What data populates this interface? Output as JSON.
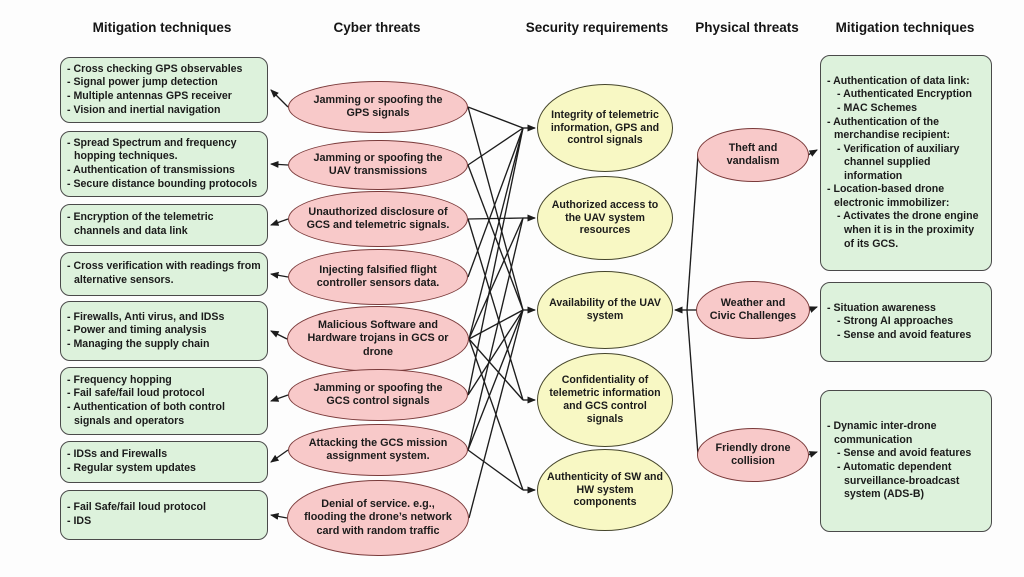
{
  "headers": [
    {
      "label": "Mitigation techniques"
    },
    {
      "label": "Cyber threats"
    },
    {
      "label": "Security requirements"
    },
    {
      "label": "Physical threats"
    },
    {
      "label": "Mitigation techniques"
    }
  ],
  "left_mitigations": [
    {
      "lines": [
        {
          "t": "- Cross checking GPS observables",
          "i": 0
        },
        {
          "t": "- Signal power jump detection",
          "i": 0
        },
        {
          "t": "- Multiple antennas GPS receiver",
          "i": 0
        },
        {
          "t": "- Vision and inertial navigation",
          "i": 0
        }
      ]
    },
    {
      "lines": [
        {
          "t": "- Spread Spectrum and frequency hopping techniques.",
          "i": 0
        },
        {
          "t": "- Authentication of transmissions",
          "i": 0
        },
        {
          "t": "- Secure distance bounding protocols",
          "i": 0
        }
      ]
    },
    {
      "lines": [
        {
          "t": "- Encryption of the telemetric channels and data link",
          "i": 0
        }
      ]
    },
    {
      "lines": [
        {
          "t": "- Cross verification with readings from alternative sensors.",
          "i": 0
        }
      ]
    },
    {
      "lines": [
        {
          "t": "- Firewalls, Anti virus, and IDSs",
          "i": 0
        },
        {
          "t": "- Power and timing analysis",
          "i": 0
        },
        {
          "t": "- Managing the supply chain",
          "i": 0
        }
      ]
    },
    {
      "lines": [
        {
          "t": "- Frequency hopping",
          "i": 0
        },
        {
          "t": "- Fail safe/fail loud protocol",
          "i": 0
        },
        {
          "t": "- Authentication of both control signals and operators",
          "i": 0
        }
      ]
    },
    {
      "lines": [
        {
          "t": "- IDSs and Firewalls",
          "i": 0
        },
        {
          "t": "- Regular system updates",
          "i": 0
        }
      ]
    },
    {
      "lines": [
        {
          "t": "- Fail Safe/fail loud protocol",
          "i": 0
        },
        {
          "t": "- IDS",
          "i": 0
        }
      ]
    }
  ],
  "cyber_threats": [
    {
      "text": "Jamming or spoofing the GPS signals"
    },
    {
      "text": "Jamming or spoofing the UAV transmissions"
    },
    {
      "text": "Unauthorized disclosure of GCS and telemetric signals."
    },
    {
      "text": "Injecting falsified flight controller sensors data."
    },
    {
      "text": "Malicious Software and Hardware trojans in GCS or drone"
    },
    {
      "text": "Jamming or spoofing the GCS control signals"
    },
    {
      "text": "Attacking the GCS mission assignment system."
    },
    {
      "text": "Denial of service. e.g., flooding the drone’s network card with random traffic"
    }
  ],
  "security_requirements": [
    {
      "text": "Integrity of telemetric information, GPS and control signals"
    },
    {
      "text": "Authorized access to the UAV system resources"
    },
    {
      "text": "Availability of the UAV system"
    },
    {
      "text": "Confidentiality of telemetric information and GCS control signals"
    },
    {
      "text": "Authenticity of SW and HW system components"
    }
  ],
  "physical_threats": [
    {
      "text": "Theft and vandalism"
    },
    {
      "text": "Weather and Civic Challenges"
    },
    {
      "text": "Friendly drone collision"
    }
  ],
  "right_mitigations": [
    {
      "lines": [
        {
          "t": "- Authentication of data link:",
          "i": 0
        },
        {
          "t": "- Authenticated Encryption",
          "i": 1
        },
        {
          "t": "- MAC Schemes",
          "i": 1
        },
        {
          "t": "- Authentication of the merchandise recipient:",
          "i": 0
        },
        {
          "t": "- Verification of auxiliary channel supplied information",
          "i": 1
        },
        {
          "t": "- Location-based drone electronic immobilizer:",
          "i": 0
        },
        {
          "t": "- Activates the drone engine when it is in the proximity of its GCS.",
          "i": 1
        }
      ]
    },
    {
      "lines": [
        {
          "t": "- Situation awareness",
          "i": 0
        },
        {
          "t": "- Strong AI approaches",
          "i": 1
        },
        {
          "t": "- Sense and avoid features",
          "i": 1
        }
      ]
    },
    {
      "lines": [
        {
          "t": "- Dynamic inter-drone communication",
          "i": 0
        },
        {
          "t": "- Sense and avoid features",
          "i": 1
        },
        {
          "t": "- Automatic dependent surveillance-broadcast system (ADS-B)",
          "i": 1
        }
      ]
    }
  ],
  "edges": {
    "cyber_to_left_mitigation": [
      [
        0,
        0
      ],
      [
        1,
        1
      ],
      [
        2,
        2
      ],
      [
        3,
        3
      ],
      [
        4,
        4
      ],
      [
        5,
        5
      ],
      [
        6,
        6
      ],
      [
        7,
        7
      ]
    ],
    "cyber_to_requirement": [
      [
        0,
        0
      ],
      [
        0,
        2
      ],
      [
        1,
        0
      ],
      [
        1,
        2
      ],
      [
        2,
        1
      ],
      [
        2,
        3
      ],
      [
        3,
        0
      ],
      [
        4,
        0
      ],
      [
        4,
        1
      ],
      [
        4,
        2
      ],
      [
        4,
        3
      ],
      [
        4,
        4
      ],
      [
        5,
        0
      ],
      [
        5,
        2
      ],
      [
        6,
        1
      ],
      [
        6,
        2
      ],
      [
        6,
        4
      ],
      [
        7,
        2
      ]
    ],
    "physical_to_requirement": [
      [
        0,
        2
      ],
      [
        1,
        2
      ],
      [
        2,
        2
      ]
    ],
    "physical_to_right_mitigation": [
      [
        0,
        0
      ],
      [
        1,
        1
      ],
      [
        2,
        2
      ]
    ]
  },
  "colors": {
    "mitigation_fill": "#ddf2dc",
    "mitigation_border": "#4a4a4a",
    "threat_fill": "#f8c9c9",
    "threat_border": "#7a3b3b",
    "requirement_fill": "#f8f8c4",
    "requirement_border": "#45452b",
    "connector": "#1c1c1c",
    "text": "#1b1b1b"
  }
}
